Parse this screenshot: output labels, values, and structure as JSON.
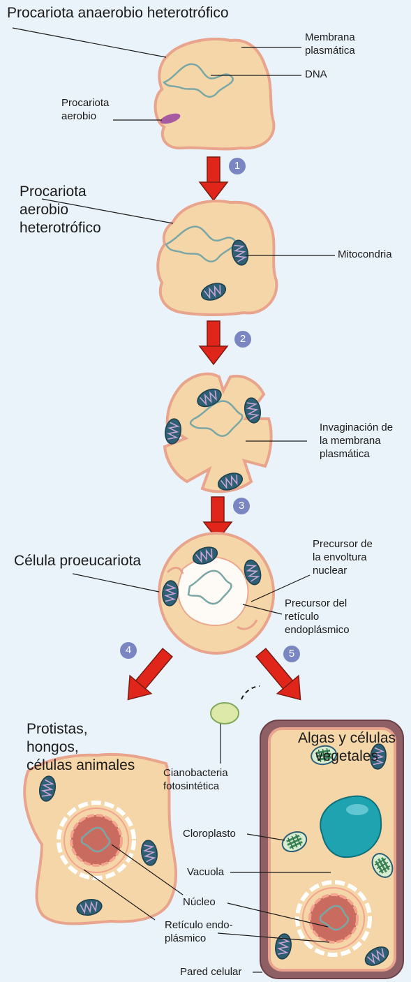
{
  "colors": {
    "background": "#eaf3fa",
    "cell_fill": "#f5d6a8",
    "cell_stroke": "#e8a48c",
    "dna": "#7aa7a5",
    "arrow": "#e0261b",
    "badge": "#7a86c2",
    "mito_outer": "#2e5f73",
    "prokaryote": "#a65aa2",
    "cyanobacteria": "#dce9a8",
    "vacuole": "#1fa3b0",
    "cell_wall": "#8e6066",
    "nucleus": "#c96c5f",
    "chloroplast": "#d7ecd0"
  },
  "labels": {
    "anaerobic": "Procariota anaerobio heterotrófico",
    "membrane": "Membrana\nplasmática",
    "dna": "DNA",
    "prokaryote_aerobic": "Procariota\naerobio",
    "aerobic_heterotroph": "Procariota\naerobio\nheterotrófico",
    "mitochondria": "Mitocondria",
    "invagination": "Invaginación de\nla membrana\nplasmática",
    "proeukaryote": "Célula proeucariota",
    "nuclear_envelope": "Precursor de\nla envoltura\nnuclear",
    "er_precursor": "Precursor del\nretículo\nendoplásmico",
    "protists": "Protistas,\nhongos,\ncélulas animales",
    "cyanobacteria": "Cianobacteria\nfotosintética",
    "plants": "Algas y células\nvegetales",
    "chloroplast": "Cloroplasto",
    "vacuole": "Vacuola",
    "nucleus": "Núcleo",
    "er": "Retículo endo-\nplásmico",
    "cell_wall": "Pared celular"
  },
  "steps": [
    "1",
    "2",
    "3",
    "4",
    "5"
  ]
}
